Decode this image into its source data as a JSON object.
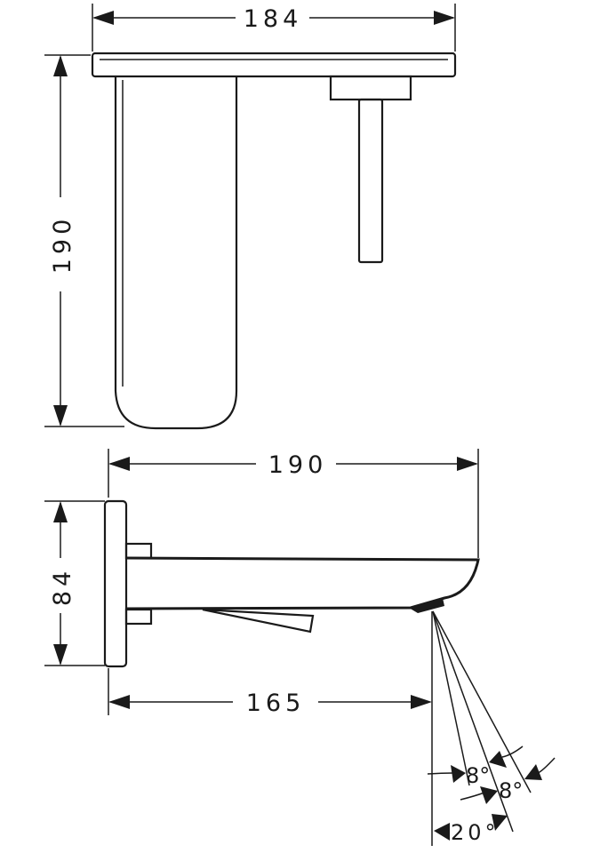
{
  "top_view": {
    "width_label": "184",
    "height_label": "190"
  },
  "side_view": {
    "projection_label": "190",
    "plate_height_label": "84",
    "outlet_distance_label": "165",
    "angle_1_label": "8°",
    "angle_2_label": "8°",
    "angle_total_label": "20°"
  },
  "colors": {
    "line": "#1a1a1a",
    "background": "#ffffff"
  }
}
